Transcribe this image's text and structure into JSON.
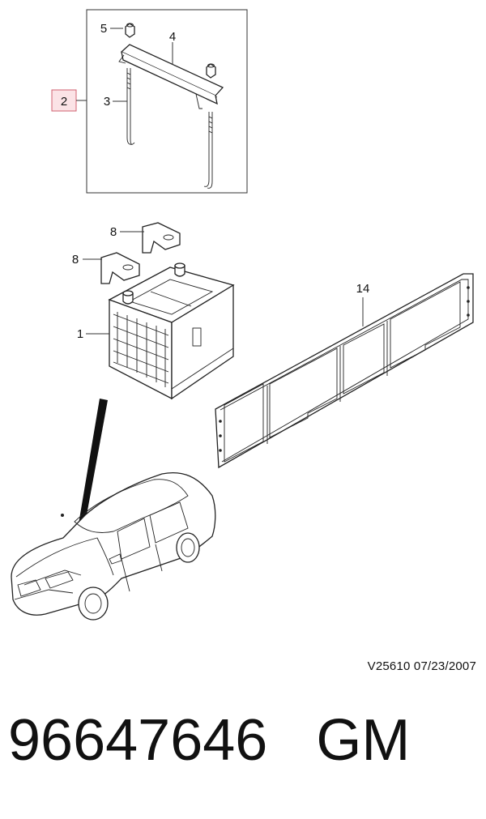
{
  "callouts": {
    "c1": "1",
    "c2": "2",
    "c3": "3",
    "c4": "4",
    "c5": "5",
    "c8a": "8",
    "c8b": "8",
    "c14": "14"
  },
  "colors": {
    "highlight_fill": "#fbe3e6",
    "highlight_border": "#d06070"
  },
  "reference": "V25610  07/23/2007",
  "footer": {
    "part_number": "96647646",
    "brand": "GM"
  }
}
